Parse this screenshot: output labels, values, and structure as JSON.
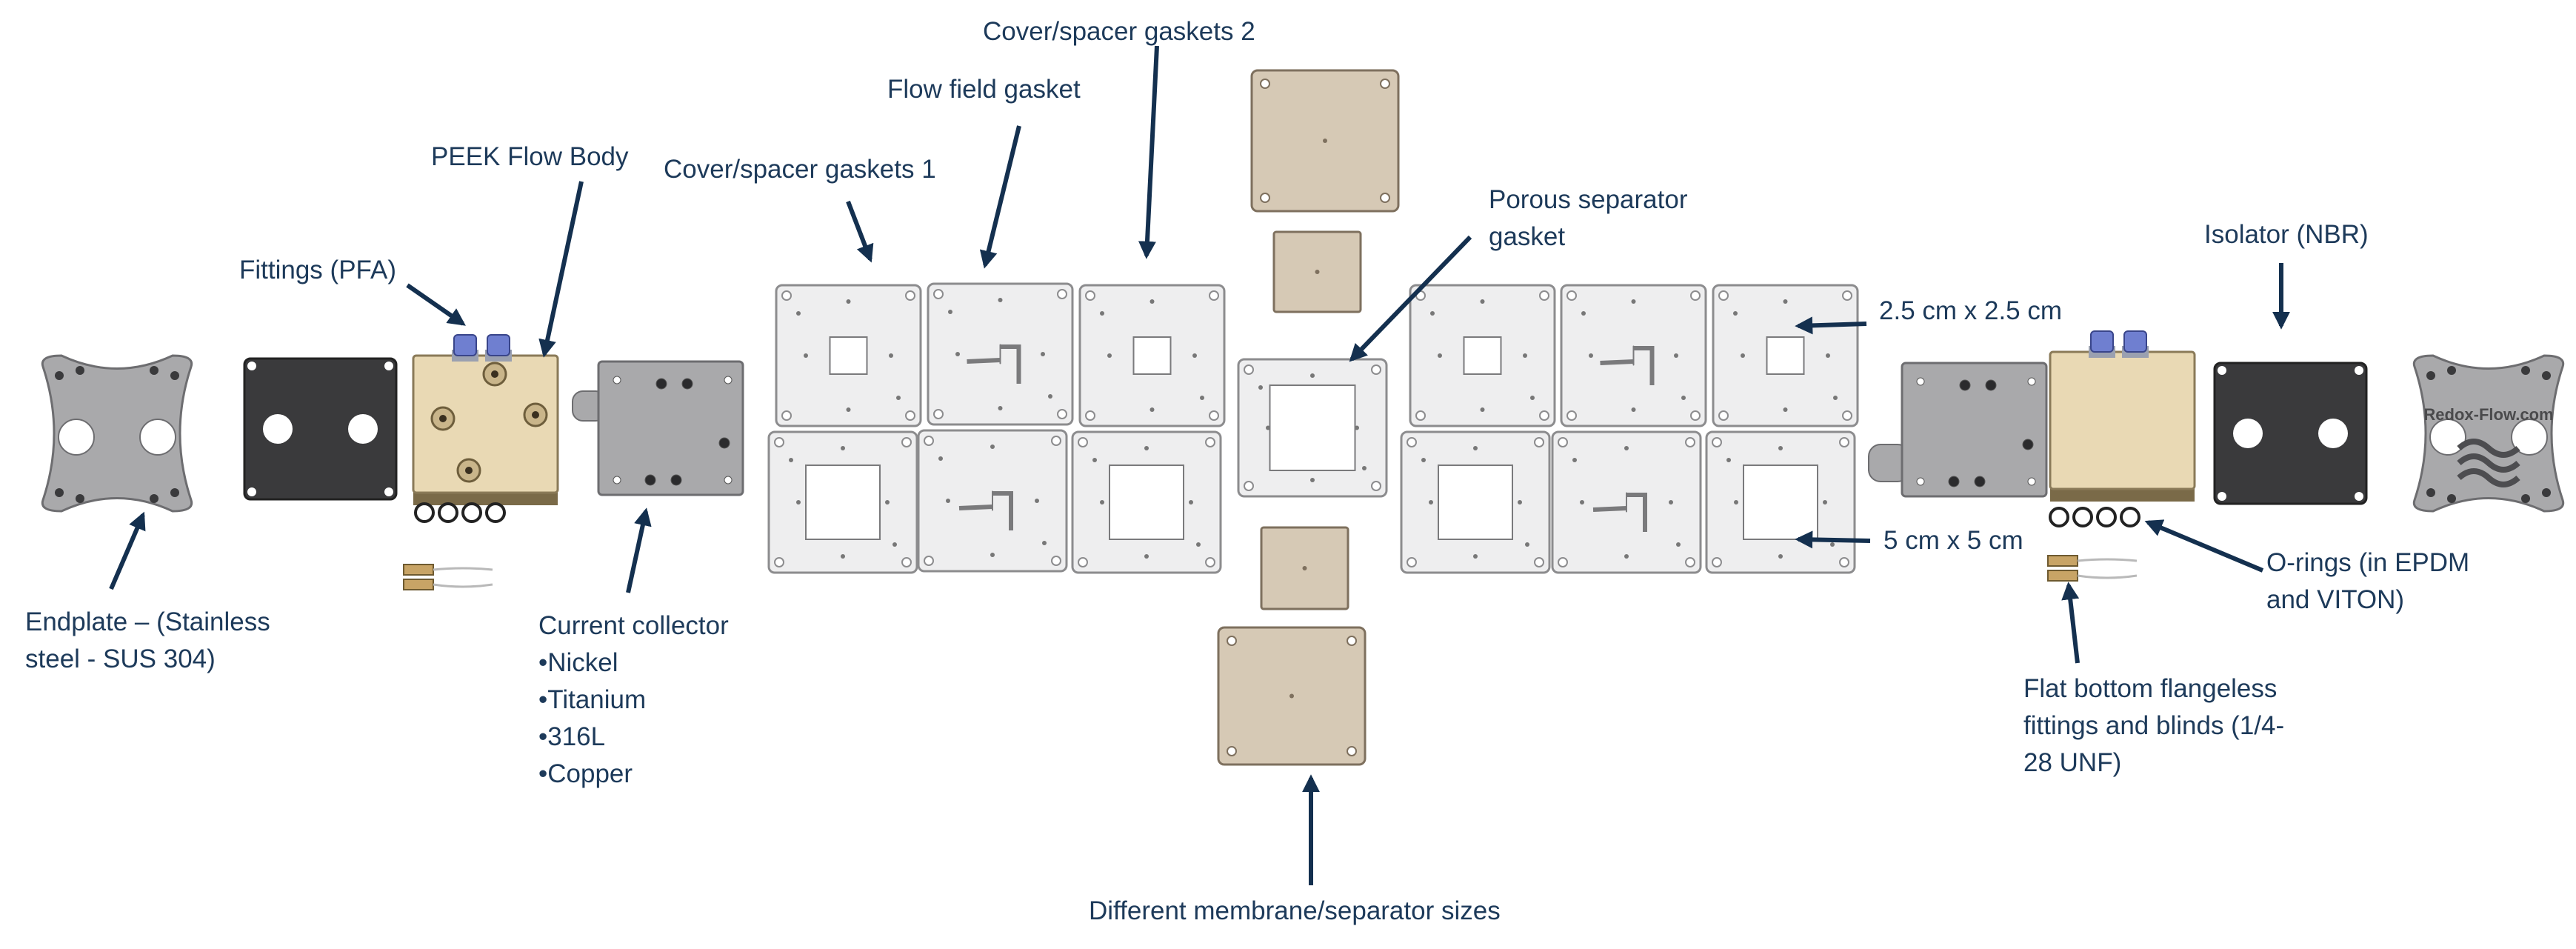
{
  "colors": {
    "label_text": "#1d3a5a",
    "arrow": "#14304f",
    "steel": "#a9a9ab",
    "dark_isolator": "#3a3a3c",
    "peek": "#e9d9b4",
    "gasket": "#eeeeef",
    "membrane": "#d6c9b5",
    "fitting_blue": "#6f7fd0"
  },
  "plate_text": "Redox-Flow.com",
  "labels": {
    "endplate": [
      "Endplate – (Stainless",
      "steel - SUS 304)"
    ],
    "fittings": [
      "Fittings (PFA)"
    ],
    "peek_body": [
      "PEEK Flow Body"
    ],
    "current_collector": [
      "Current collector",
      "•Nickel",
      "•Titanium",
      "•316L",
      "•Copper"
    ],
    "cover_gaskets_1": [
      "Cover/spacer gaskets 1"
    ],
    "flow_field_gasket": [
      "Flow field gasket"
    ],
    "cover_gaskets_2": [
      "Cover/spacer gaskets 2"
    ],
    "porous_separator": [
      "Porous separator",
      "gasket"
    ],
    "size_small": [
      "2.5 cm x 2.5 cm"
    ],
    "size_large": [
      "5 cm x 5 cm"
    ],
    "isolator": [
      "Isolator (NBR)"
    ],
    "orings": [
      "O-rings (in EPDM",
      "and VITON)"
    ],
    "flangeless": [
      "Flat bottom flangeless",
      "fittings and blinds (1/4-",
      "28 UNF)"
    ],
    "membrane_sizes": [
      "Different membrane/separator sizes"
    ]
  },
  "icons": [
    "endplate-icon",
    "isolator-plate-icon",
    "peek-flow-body-icon",
    "current-collector-icon",
    "gasket-icon",
    "flow-field-gasket-icon",
    "membrane-icon",
    "o-ring-icon",
    "fitting-icon"
  ]
}
